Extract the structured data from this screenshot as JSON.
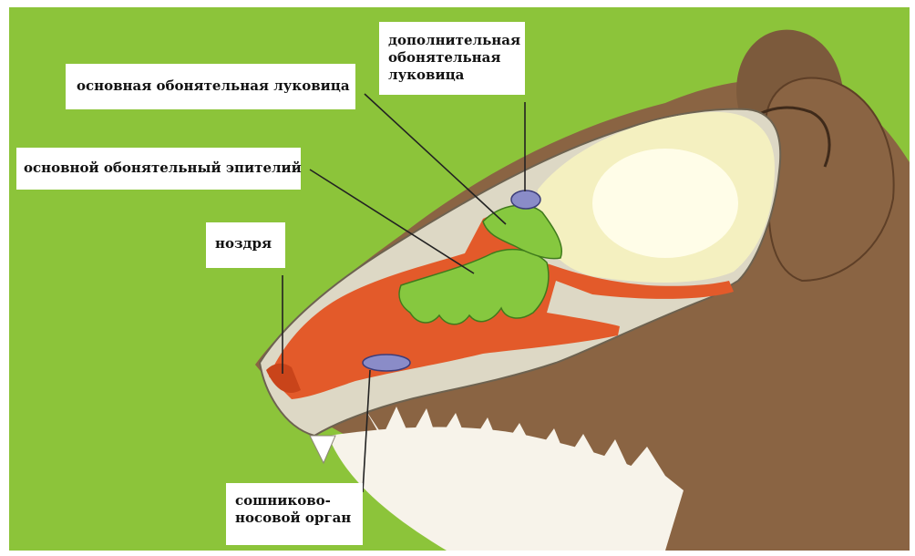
{
  "diagram": {
    "labels": {
      "main_olfactory_bulb": "основная обонятельная луковица",
      "accessory_olfactory_bulb": "дополнительная обонятельная луковица",
      "main_olfactory_epithelium": "основной обонятельный эпителий",
      "nostril": "ноздря",
      "vomeronasal_organ": "сошниково-носовой орган"
    },
    "colors": {
      "background": "#8cc43a",
      "fur": "#8a6443",
      "cavity": "#e35a2a",
      "epithelium": "#86c83f",
      "brain": "#f4f0c0",
      "bone": "#ddd8c5",
      "vno": "#8a8cc8"
    }
  }
}
